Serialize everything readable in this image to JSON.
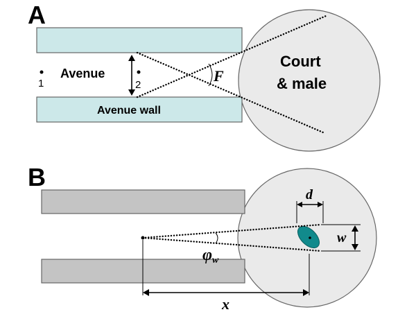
{
  "panel_a": {
    "label": "A",
    "avenue_label": "Avenue",
    "avenue_wall_label": "Avenue wall",
    "court_label_line1": "Court",
    "court_label_line2": "& male",
    "position_1": "1",
    "position_2": "2",
    "angle_label": "F"
  },
  "panel_b": {
    "label": "B",
    "angle_label": "φ",
    "angle_subscript": "w",
    "distance_label": "x",
    "width_label": "w",
    "depth_label": "d"
  },
  "colors": {
    "avenue_wall_fill": "#cce8e9",
    "court_fill": "#eaeaea",
    "gray_wall_fill": "#c4c4c4",
    "male_fill": "#118a8c",
    "outline": "#666666"
  },
  "icons": {
    "male": "ellipse-icon"
  }
}
